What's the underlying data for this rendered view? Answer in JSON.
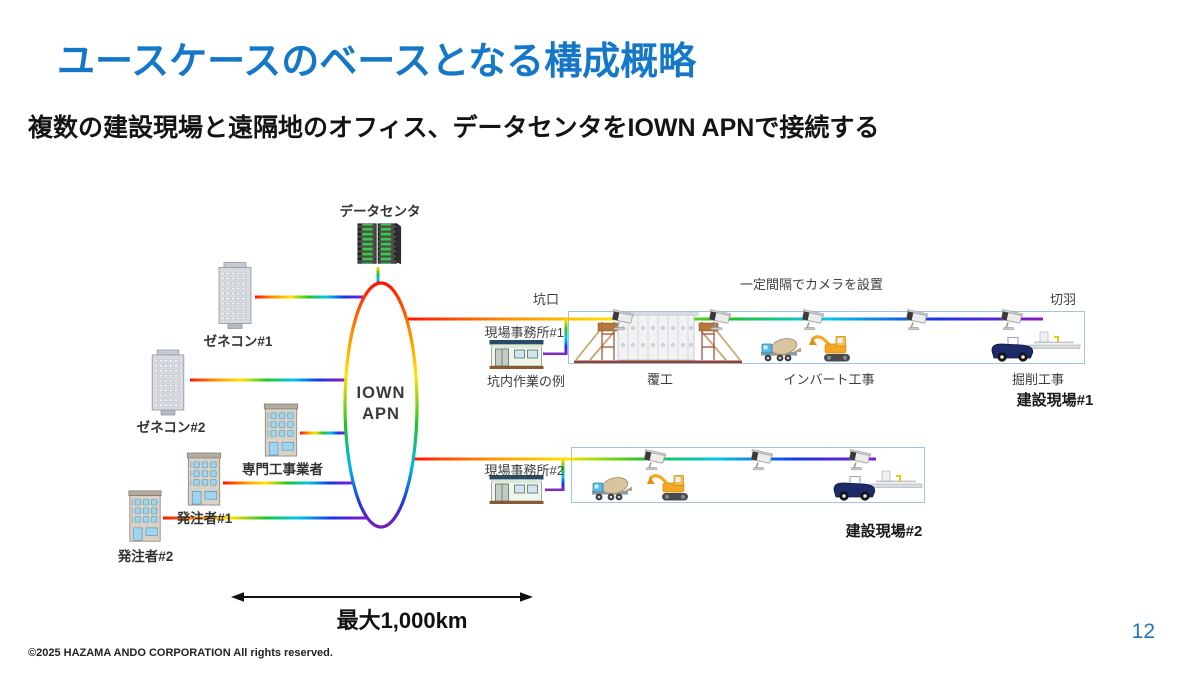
{
  "slide": {
    "title": "ユースケースのベースとなる構成概略",
    "subtitle": "複数の建設現場と遠隔地のオフィス、データセンタをIOWN APNで接続する",
    "footer": "©2025 HAZAMA ANDO CORPORATION All rights reserved.",
    "page_number": "12"
  },
  "network": {
    "core": {
      "line1": "IOWN",
      "line2": "APN"
    },
    "datacenter_label": "データセンタ",
    "distance_label": "最大1,000km",
    "offices": [
      {
        "label": "ゼネコン#1",
        "icon": "office-tower"
      },
      {
        "label": "ゼネコン#2",
        "icon": "office-tower"
      },
      {
        "label": "専門工事業者",
        "icon": "office-building"
      },
      {
        "label": "発注者#1",
        "icon": "office-building"
      },
      {
        "label": "発注者#2",
        "icon": "office-building"
      }
    ]
  },
  "site1": {
    "camera_note": "一定間隔でカメラを設置",
    "portal_label": "坑口",
    "face_label": "切羽",
    "office_label": "現場事務所#1",
    "tunnel_example_label": "坑内作業の例",
    "work_labels": {
      "lining": "覆工",
      "invert": "インバート工事",
      "excavation": "掘削工事"
    },
    "site_label": "建設現場#1",
    "camera_count": 5
  },
  "site2": {
    "office_label": "現場事務所#2",
    "site_label": "建設現場#2",
    "camera_count": 3
  },
  "colors": {
    "title_blue": "#1477C8",
    "page_number_blue": "#1F74C0",
    "tunnel_box_border": "#9DC3E6",
    "apn_rainbow": [
      "#FF1200",
      "#FF8C00",
      "#FFE400",
      "#22C32A",
      "#00C8E8",
      "#1437E8",
      "#8C18C8"
    ]
  }
}
